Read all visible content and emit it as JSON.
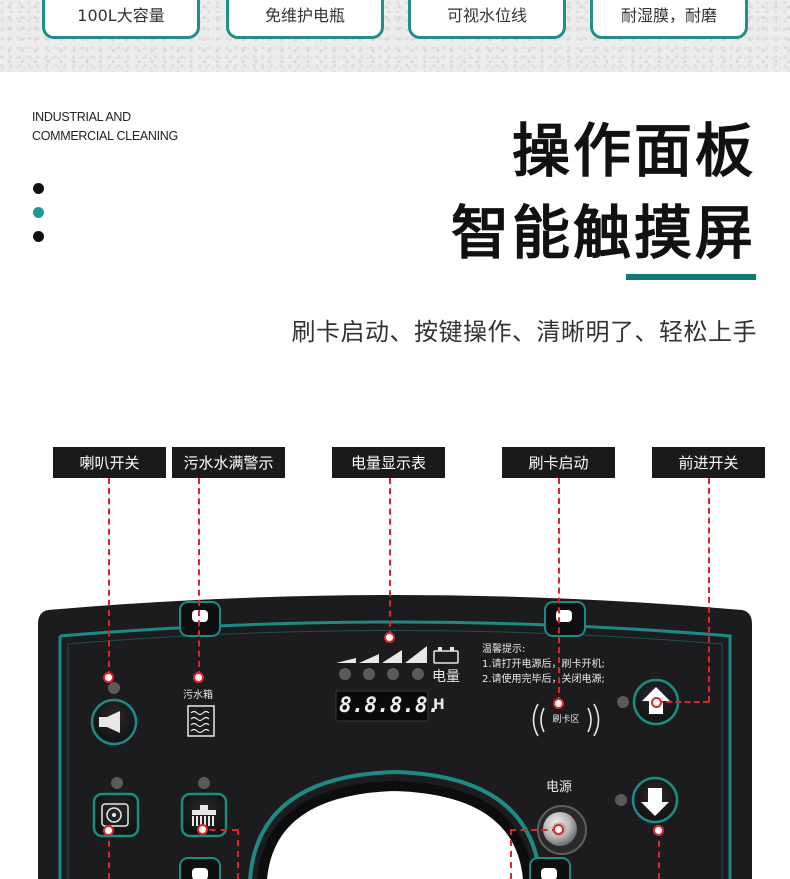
{
  "features": [
    {
      "label": "100L大容量"
    },
    {
      "label": "免维护电瓶"
    },
    {
      "label": "可视水位线"
    },
    {
      "label": "耐湿膜，耐磨"
    }
  ],
  "header": {
    "eng_line1": "INDUSTRIAL AND",
    "eng_line2": "COMMERCIAL CLEANING",
    "title_line1": "操作面板",
    "title_line2": "智能触摸屏",
    "subtitle": "刷卡启动、按键操作、清晰明了、轻松上手"
  },
  "callouts": [
    {
      "label": "喇叭开关"
    },
    {
      "label": "污水水满警示"
    },
    {
      "label": "电量显示表"
    },
    {
      "label": "刷卡启动"
    },
    {
      "label": "前进开关"
    }
  ],
  "panel": {
    "battery_label": "电量",
    "display_value": "8.8.8.8.",
    "display_unit": "H",
    "sewage_label": "污水箱",
    "tips_title": "温馨提示:",
    "tip1": "1.请打开电源后，刷卡开机;",
    "tip2": "2.请使用完毕后，关闭电源;",
    "card_label": "刷卡区",
    "power_label": "电源"
  },
  "colors": {
    "accent": "#1f8f88",
    "accent_dark": "#0e7a74",
    "panel_bg": "#1c1c1e",
    "callout_red": "#d9262b"
  }
}
